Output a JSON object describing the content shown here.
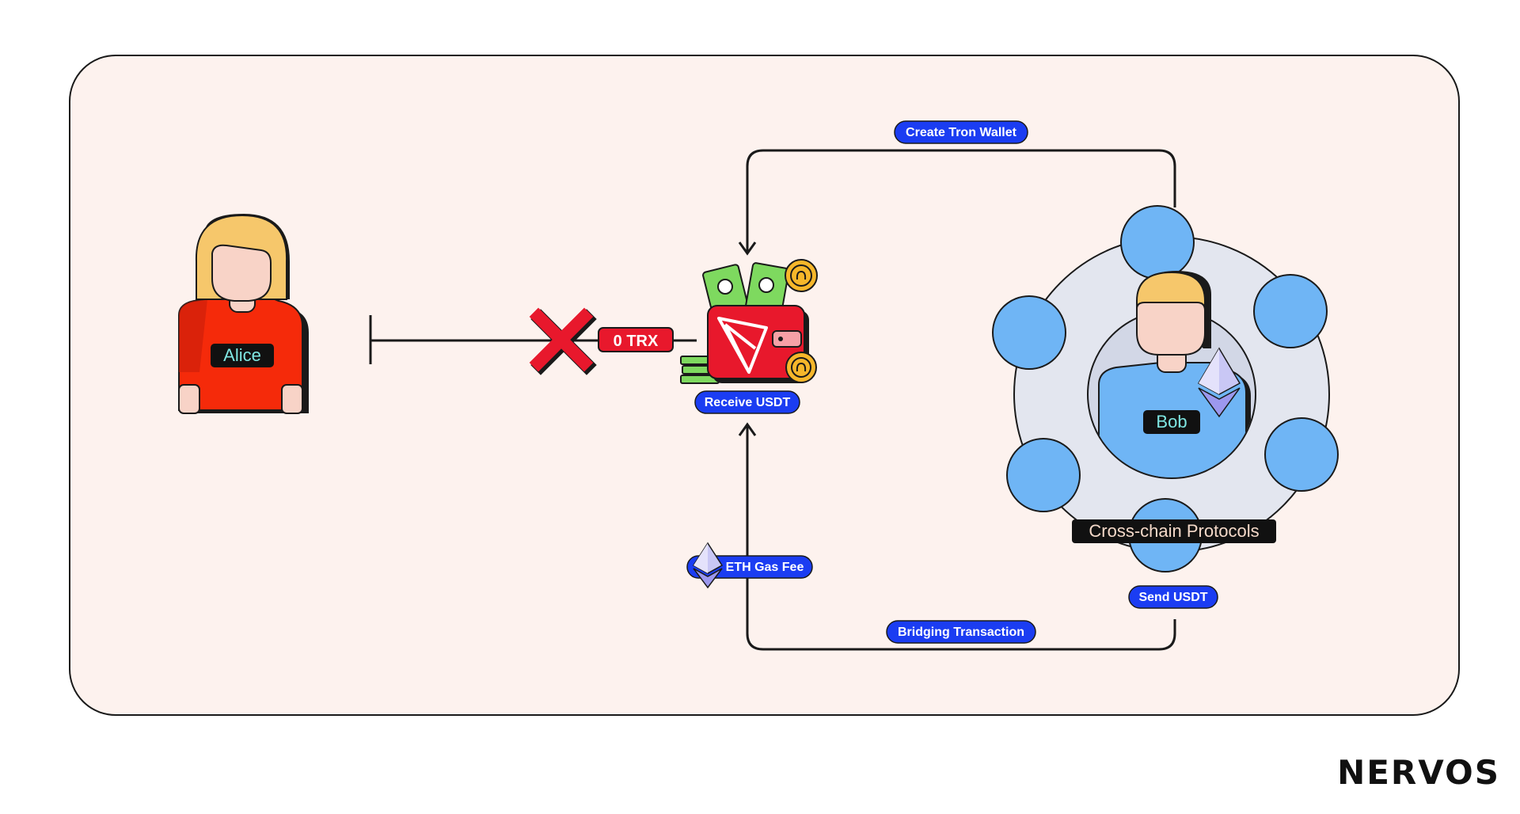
{
  "people": {
    "alice": "Alice",
    "bob": "Bob"
  },
  "labels": {
    "zero_trx": "0 TRX",
    "receive_usdt": "Receive USDT",
    "create_wallet": "Create Tron Wallet",
    "eth_gas_fee": "ETH Gas Fee",
    "bridging_tx": "Bridging Transaction",
    "send_usdt": "Send USDT",
    "cross_chain": "Cross-chain Protocols"
  },
  "brand": "NERVOS",
  "colors": {
    "panel_bg": "#fdf2ee",
    "pill_blue": "#1b3df2",
    "alert_red": "#e8182c",
    "alice_shirt": "#f52a0a",
    "hair": "#f6c76b",
    "skin": "#f8d3c7",
    "bob_blue": "#6fb5f5",
    "ring_gray": "#e3e6ef",
    "teal_text": "#7fe6e2",
    "cash_green": "#7ed95f",
    "coin_gold": "#f6b72a"
  },
  "icons": [
    "x-mark-icon",
    "tron-wallet-icon",
    "ethereum-icon",
    "coin-icon",
    "cash-icon"
  ]
}
